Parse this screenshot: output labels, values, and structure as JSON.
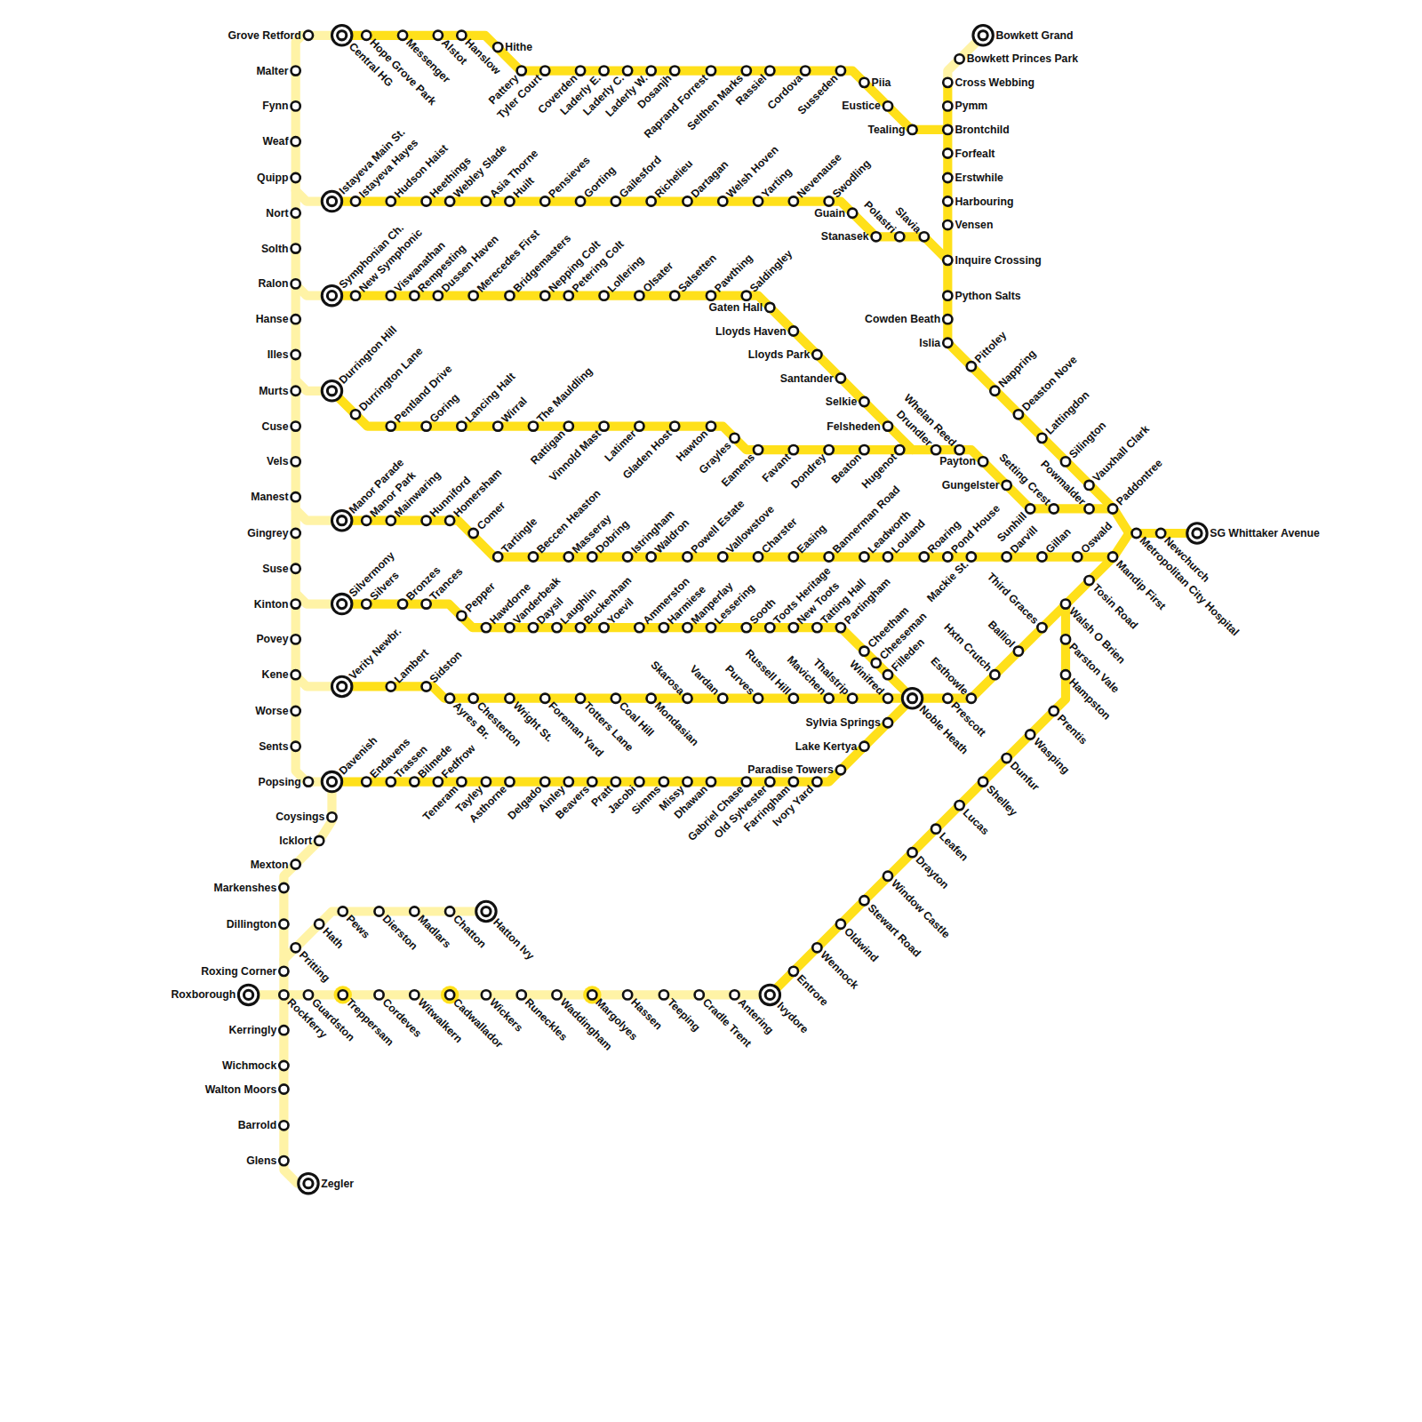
{
  "diagram": {
    "labels": [
      "Grove Retford",
      "Central HG",
      "Hope Grove Park",
      "Messenger",
      "Alstot",
      "Hanslow",
      "Hithe",
      "Pattery",
      "Tyler Court",
      "Coverden",
      "Laderly E.",
      "Laderly C.",
      "Laderly W.",
      "Dosanjh",
      "Raprand Forrest",
      "Selthen Marks",
      "Rassiel",
      "Cordova",
      "Susseden",
      "Piia",
      "Eustice",
      "Tealing",
      "Bowkett Grand",
      "Bowkett Princes Park",
      "Cross Webbing",
      "Pymm",
      "Brontchild",
      "Forfealt",
      "Erstwhile",
      "Harbouring",
      "Vensen",
      "Inquire Crossing",
      "Python Salts",
      "Cowden Beath",
      "Islia",
      "Pittoley",
      "Nappring",
      "Deaston Nove",
      "Lattingdon",
      "Silington",
      "Vauxhall Clark",
      "Paddontree",
      "Malter",
      "Fynn",
      "Weaf",
      "Quipp",
      "Nort",
      "Solth",
      "Ralon",
      "Hanse",
      "Illes",
      "Murts",
      "Cuse",
      "Vels",
      "Manest",
      "Gingrey",
      "Suse",
      "Kinton",
      "Povey",
      "Kene",
      "Worse",
      "Sents",
      "Popsing",
      "Istayeva Main St.",
      "Istayeva Hayes",
      "Hudson Haist",
      "Heethings",
      "Webley Slade",
      "Asia Thorne",
      "Huilt",
      "Pensieves",
      "Gorting",
      "Gailesford",
      "Richelieu",
      "Dartagan",
      "Welsh Hoven",
      "Yarting",
      "Nevenause",
      "Swodling",
      "Guain",
      "Stanasek",
      "Polastri",
      "Slavia",
      "Symphonian Ch.",
      "New Symphonic",
      "Viswanathan",
      "Rempesting",
      "Dussen Haven",
      "Merecedes First",
      "Bridgemasters",
      "Nepping Colt",
      "Petering Colt",
      "Lollering",
      "Olsater",
      "Salsetten",
      "Pawthing",
      "Saldingley",
      "Gaten Hall",
      "Lloyds Haven",
      "Lloyds Park",
      "Santander",
      "Selkie",
      "Felsheden",
      "Durrington Hill",
      "Durrington Lane",
      "Pentland Drive",
      "Goring",
      "Lancing Halt",
      "Wirral",
      "The Mauldling",
      "Rattigan",
      "Vinnold Mast",
      "Latimer",
      "Gladen Host",
      "Hawton",
      "Grayles",
      "Eamens",
      "Favant",
      "Dondrey",
      "Beaton",
      "Hugenot",
      "Drundler",
      "Whelan Reed",
      "Payton",
      "Gungelster",
      "Sunhill",
      "Setting Crest",
      "Powmalder",
      "Manor Parade",
      "Manor Park",
      "Mainwaring",
      "Hunniford",
      "Homersham",
      "Comer",
      "Tartingle",
      "Beccen Heaston",
      "Masseray",
      "Dobring",
      "Istringham",
      "Waldron",
      "Powell Estate",
      "Vallowstove",
      "Charster",
      "Easing",
      "Bannerman Road",
      "Leadworth",
      "Louland",
      "Roaring",
      "Pond House",
      "Mackie St.",
      "Darvill",
      "Gillan",
      "Oswald",
      "Silvermony",
      "Silvers",
      "Bronzes",
      "Trances",
      "Pepper",
      "Hawdorne",
      "Vanderbeak",
      "Daysil",
      "Laughlin",
      "Buckenham",
      "Yoevil",
      "Ammerston",
      "Harmiese",
      "Manperlay",
      "Lessering",
      "Sooth",
      "Toots Heritage",
      "New Toots",
      "Tatting Hall",
      "Partingham",
      "Cheetham",
      "Cheeseman",
      "Filleden",
      "Verity Newbr.",
      "Lambert",
      "Sidston",
      "Ayres Br.",
      "Chesterton",
      "Wright St.",
      "Foreman Yard",
      "Totters Lane",
      "Coal Hill",
      "Mondasian",
      "Skarosa",
      "Vardan",
      "Purves",
      "Russell Hill",
      "Mavichen",
      "Thalstrip",
      "Winifred",
      "Noble Heath",
      "Esthowle",
      "Prescott",
      "Hxtn Crutch",
      "Balliol",
      "Third Graces",
      "Davenish",
      "Endavens",
      "Trassen",
      "Bilmede",
      "Fedfrow",
      "Teneram",
      "Tayley",
      "Asthorne",
      "Delgado",
      "Ainley",
      "Beavers",
      "Pratt",
      "Jacobi",
      "Simms",
      "Missy",
      "Dhawan",
      "Gabriel Chase",
      "Old Sylvester",
      "Farringham",
      "Ivory Yard",
      "Paradise Towers",
      "Lake Kertya",
      "Sylvia Springs",
      "Ivydore",
      "Entrore",
      "Wennock",
      "Oldwind",
      "Stewart Road",
      "Window Castle",
      "Drayton",
      "Leafen",
      "Lucas",
      "Shelley",
      "Dunfur",
      "Wasping",
      "Prentis",
      "Hampston",
      "Parston Vale",
      "Walsh O Brien",
      "Tosin Road",
      "Mandip First",
      "Metropolitan City Hospital",
      "Newchurch",
      "SG Whittaker Avenue",
      "Coysings",
      "Icklort",
      "Mexton",
      "Markenshes",
      "Dillington",
      "Roxing Corner",
      "Kerringly",
      "Wichmock",
      "Walton Moors",
      "Barrold",
      "Glens",
      "Zegler",
      "Pritting",
      "Hath",
      "Pews",
      "Dierston",
      "Madlars",
      "Chatton",
      "Hatton Ivy",
      "Roxborough",
      "Rockferry",
      "Guardston",
      "Treppersam",
      "Cordeves",
      "Witwalkern",
      "Cadwallador",
      "Wickers",
      "Runeckles",
      "Waddingham",
      "Margolyes",
      "Hassen",
      "Teeping",
      "Cradle Trent",
      "Antering"
    ]
  }
}
